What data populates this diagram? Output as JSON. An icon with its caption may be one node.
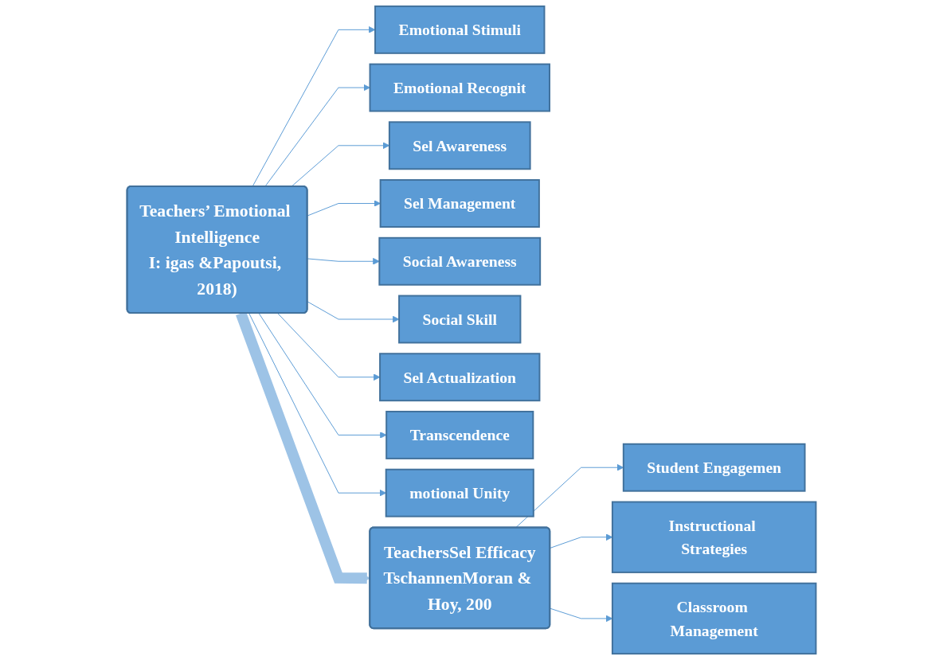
{
  "diagram": {
    "nodes": [
      {
        "text": [
          "Teachers’ Emotional Intelligence",
          "I: igas &Papoutsi, 2018)"
        ]
      },
      {
        "text": [
          "Emotional Stimuli"
        ]
      },
      {
        "text": [
          "Emotional Recognit"
        ]
      },
      {
        "text": [
          "Sel Awareness"
        ]
      },
      {
        "text": [
          "Sel Management"
        ]
      },
      {
        "text": [
          "Social Awareness"
        ]
      },
      {
        "text": [
          "Social Skill"
        ]
      },
      {
        "text": [
          "Sel Actualization"
        ]
      },
      {
        "text": [
          "Transcendence"
        ]
      },
      {
        "text": [
          "motional Unity"
        ]
      },
      {
        "text": [
          "TeachersSel Efficacy",
          "TschannenMoran & Hoy, 200"
        ]
      },
      {
        "text": [
          "Student Engagemen"
        ]
      },
      {
        "text": [
          "Instructional Strategies"
        ]
      },
      {
        "text": [
          "Classroom Management"
        ]
      }
    ],
    "edges": [
      {
        "from": 0,
        "to": 1,
        "arrow": "to"
      },
      {
        "from": 0,
        "to": 2,
        "arrow": "to"
      },
      {
        "from": 0,
        "to": 3,
        "arrow": "to"
      },
      {
        "from": 0,
        "to": 4,
        "arrow": "to"
      },
      {
        "from": 0,
        "to": 5,
        "arrow": "to"
      },
      {
        "from": 0,
        "to": 6,
        "arrow": "to"
      },
      {
        "from": 0,
        "to": 7,
        "arrow": "to"
      },
      {
        "from": 0,
        "to": 8,
        "arrow": "to"
      },
      {
        "from": 0,
        "to": 9,
        "arrow": "to"
      },
      {
        "from": 0,
        "to": 10,
        "arrow": "to",
        "style": "thick",
        "color": "#9dc3e6"
      },
      {
        "from": 10,
        "to": 11,
        "arrow": "to"
      },
      {
        "from": 10,
        "to": 12,
        "arrow": "to"
      },
      {
        "from": 10,
        "to": 13,
        "arrow": "to"
      }
    ]
  }
}
